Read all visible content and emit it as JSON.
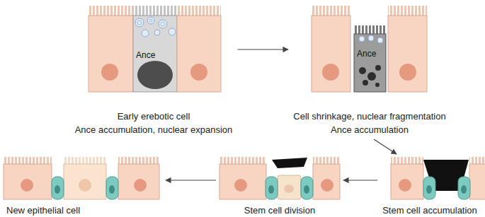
{
  "diagram": {
    "nodes": [
      {
        "text": [
          "Early erebotic cell",
          "Ance accumulation, nuclear expansion"
        ]
      },
      {
        "text": [
          "Ance"
        ],
        "in": 0
      },
      {
        "text": [
          "Cell shrinkage, nuclear fragmentation",
          "Ance accumulation"
        ]
      },
      {
        "text": [
          "Ance"
        ],
        "in": 2
      },
      {
        "text": [
          "Stem cell accumulation"
        ]
      },
      {
        "text": [
          "Stem cell division"
        ]
      },
      {
        "text": [
          "New epithelial cell"
        ]
      }
    ],
    "edges": [
      {
        "from": 0,
        "to": 2,
        "arrow": "to"
      },
      {
        "from": 2,
        "to": 4,
        "arrow": "to"
      },
      {
        "from": 4,
        "to": 5,
        "arrow": "to"
      },
      {
        "from": 5,
        "to": 6,
        "arrow": "to"
      }
    ]
  }
}
